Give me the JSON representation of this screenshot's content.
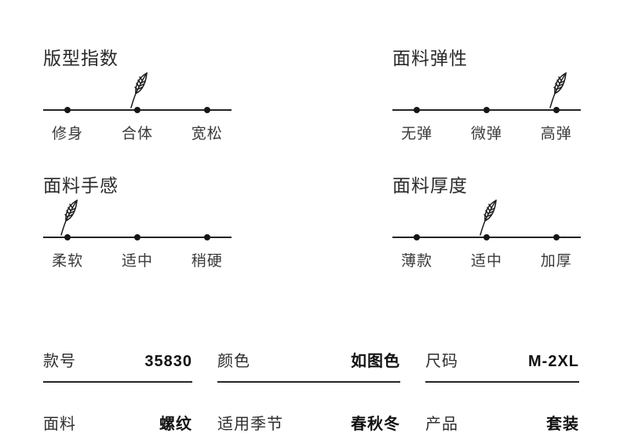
{
  "colors": {
    "ink": "#2a2a2a"
  },
  "sections": [
    {
      "title": "版型指数",
      "labels": [
        "修身",
        "合体",
        "宽松"
      ],
      "selected": 1
    },
    {
      "title": "面料弹性",
      "labels": [
        "无弹",
        "微弹",
        "高弹"
      ],
      "selected": 2
    },
    {
      "title": "面料手感",
      "labels": [
        "柔软",
        "适中",
        "稍硬"
      ],
      "selected": 0
    },
    {
      "title": "面料厚度",
      "labels": [
        "薄款",
        "适中",
        "加厚"
      ],
      "selected": 1
    }
  ],
  "specs": [
    {
      "label": "款号",
      "value": "35830"
    },
    {
      "label": "颜色",
      "value": "如图色"
    },
    {
      "label": "尺码",
      "value": "M-2XL"
    },
    {
      "label": "面料",
      "value": "螺纹"
    },
    {
      "label": "适用季节",
      "value": "春秋冬"
    },
    {
      "label": "产品",
      "value": "套装"
    }
  ]
}
